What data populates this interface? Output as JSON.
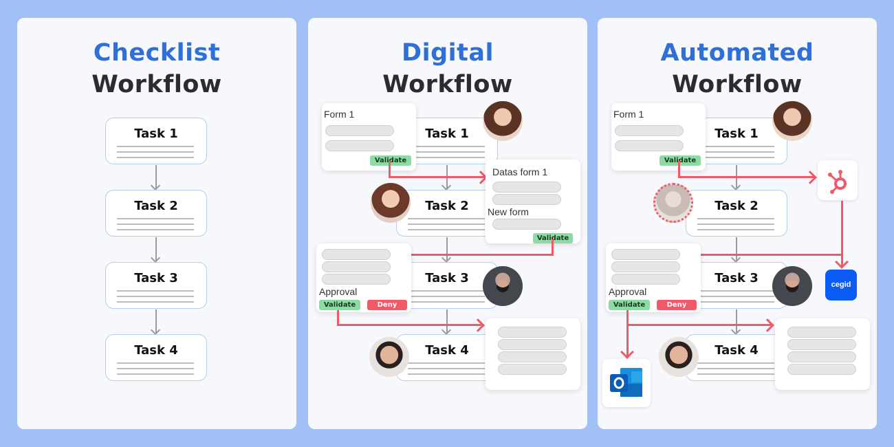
{
  "panels": [
    {
      "title_line1": "Checklist",
      "title_line2": "Workflow",
      "tasks": [
        "Task 1",
        "Task 2",
        "Task 3",
        "Task 4"
      ]
    },
    {
      "title_line1": "Digital",
      "title_line2": "Workflow",
      "tasks": [
        "Task 1",
        "Task 2",
        "Task 3",
        "Task 4"
      ],
      "form1": {
        "label": "Form 1",
        "button": "Validate"
      },
      "data_form": {
        "label": "Datas form 1",
        "new_form_label": "New form",
        "button": "Validate"
      },
      "approval": {
        "label": "Approval",
        "validate": "Validate",
        "deny": "Deny"
      }
    },
    {
      "title_line1": "Automated",
      "title_line2": "Workflow",
      "tasks": [
        "Task 1",
        "Task 2",
        "Task 3",
        "Task 4"
      ],
      "form1": {
        "label": "Form 1",
        "button": "Validate"
      },
      "approval": {
        "label": "Approval",
        "validate": "Validate",
        "deny": "Deny"
      },
      "integrations": {
        "hubspot": "hubspot-icon",
        "cegid": "cegid",
        "outlook": "outlook-icon"
      }
    }
  ],
  "colors": {
    "background": "#a2c0f5",
    "title_accent": "#2e6fd8",
    "title_dark": "#2b2c33",
    "flow_red": "#f05a68",
    "validate_green": "#8ed9a4",
    "cegid_blue": "#0a5cf5"
  }
}
